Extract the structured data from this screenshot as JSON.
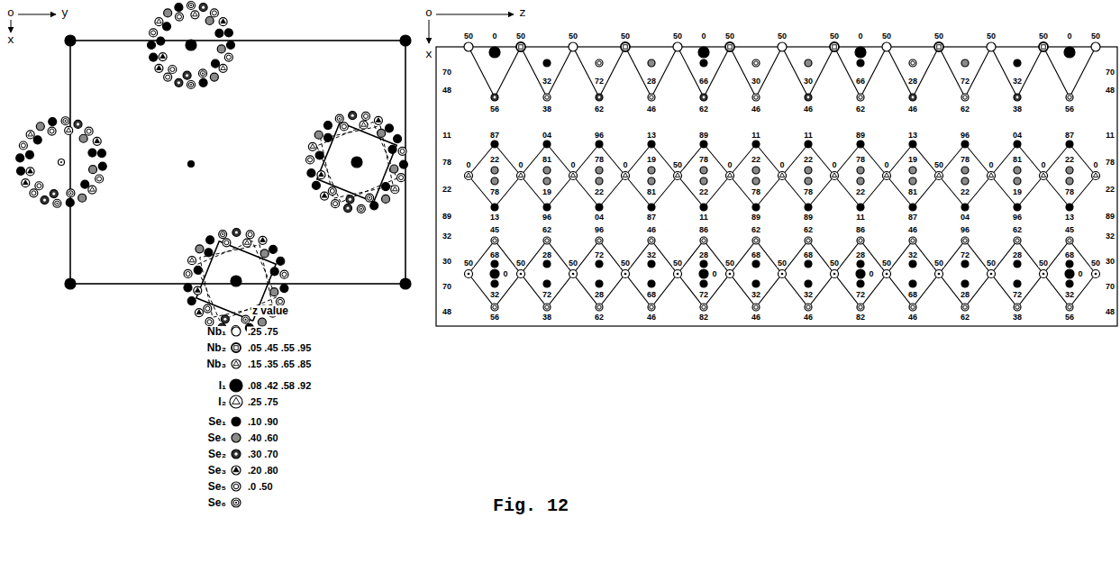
{
  "diagram": {
    "caption": "Fig. 12",
    "labels": [
      "o",
      "y",
      "x",
      "o",
      "z",
      "x",
      "z value",
      ".25 .75",
      ".05 .45 .55 .95",
      ".15 .35 .65 .85",
      ".08 .42 .58 .92",
      ".25 .75",
      ".10 .90",
      ".40 .60",
      ".30 .70",
      ".20 .80",
      ".0 .50",
      "50",
      "50",
      "50",
      "50",
      "50",
      "50",
      "50",
      "50",
      "50",
      "50",
      "50",
      "50",
      "50",
      "0",
      "0",
      "0",
      "0",
      "32",
      "72",
      "28",
      "66",
      "30",
      "30",
      "66",
      "28",
      "72",
      "32",
      "56",
      "38",
      "62",
      "46",
      "62",
      "46",
      "46",
      "62",
      "46",
      "62",
      "38",
      "56",
      "70",
      "48",
      "70",
      "48",
      "0",
      "0",
      "0",
      "0",
      "50",
      "0",
      "0",
      "0",
      "0",
      "50",
      "0",
      "0",
      "0",
      "87",
      "04",
      "96",
      "13",
      "89",
      "11",
      "11",
      "89",
      "13",
      "96",
      "04",
      "87",
      "22",
      "81",
      "78",
      "19",
      "78",
      "22",
      "22",
      "78",
      "19",
      "78",
      "81",
      "22",
      "78",
      "19",
      "22",
      "81",
      "22",
      "78",
      "78",
      "22",
      "81",
      "22",
      "19",
      "78",
      "13",
      "96",
      "04",
      "87",
      "11",
      "89",
      "89",
      "11",
      "87",
      "04",
      "96",
      "13",
      "11",
      "78",
      "22",
      "89",
      "11",
      "78",
      "22",
      "89",
      "50",
      "50",
      "50",
      "50",
      "50",
      "50",
      "50",
      "50",
      "50",
      "50",
      "50",
      "50",
      "50",
      "0",
      "0",
      "0",
      "0",
      "45",
      "62",
      "96",
      "46",
      "86",
      "62",
      "62",
      "86",
      "46",
      "96",
      "62",
      "45",
      "68",
      "28",
      "72",
      "32",
      "28",
      "68",
      "68",
      "28",
      "32",
      "72",
      "28",
      "68",
      "32",
      "72",
      "28",
      "68",
      "72",
      "32",
      "32",
      "72",
      "68",
      "28",
      "72",
      "32",
      "56",
      "38",
      "62",
      "46",
      "82",
      "46",
      "46",
      "82",
      "46",
      "62",
      "38",
      "56",
      "32",
      "30",
      "70",
      "48",
      "32",
      "30",
      "70",
      "48"
    ],
    "legend": [
      {
        "text": "Nb₁"
      },
      {
        "text": "Nb₂"
      },
      {
        "text": "Nb₃"
      },
      {
        "text": "I₁"
      },
      {
        "text": "I₂"
      },
      {
        "text": "Se₁"
      },
      {
        "text": "Se₄"
      },
      {
        "text": "Se₂"
      },
      {
        "text": "Se₃"
      },
      {
        "text": "Se₅"
      },
      {
        "text": "Se₆"
      }
    ]
  }
}
